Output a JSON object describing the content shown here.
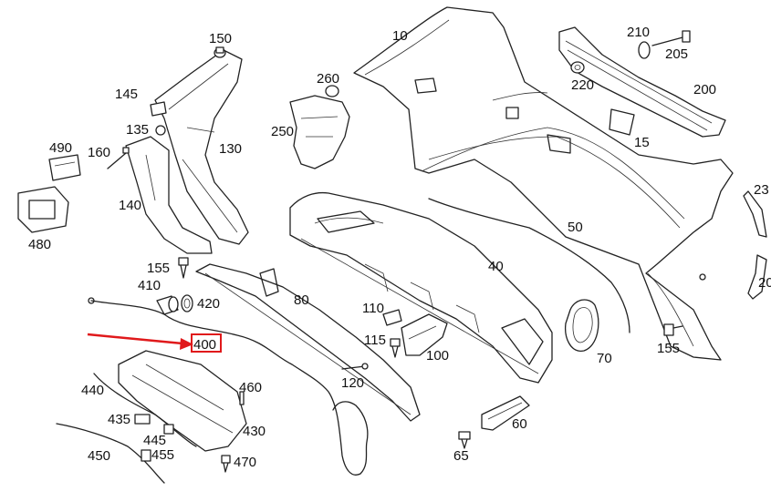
{
  "diagram": {
    "callouts": [
      "10",
      "15",
      "23",
      "20",
      "40",
      "50",
      "60",
      "65",
      "70",
      "80",
      "100",
      "110",
      "115",
      "120",
      "130",
      "135",
      "140",
      "145",
      "150",
      "155",
      "155",
      "160",
      "200",
      "205",
      "210",
      "220",
      "250",
      "260",
      "400",
      "410",
      "420",
      "430",
      "435",
      "440",
      "445",
      "450",
      "455",
      "460",
      "470",
      "480",
      "490"
    ],
    "highlight_color": "#e0191b"
  }
}
